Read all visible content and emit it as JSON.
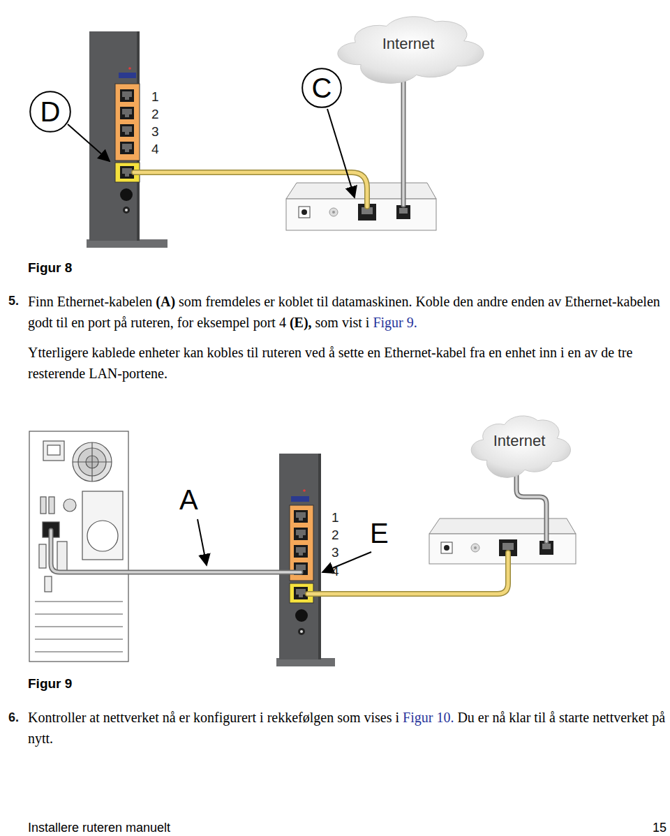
{
  "diagram": {
    "nodes": [
      {
        "text": [
          "Internet"
        ]
      },
      {
        "text": [
          "C"
        ]
      },
      {
        "text": [
          "D"
        ]
      },
      {
        "text": [
          "Internet"
        ]
      }
    ],
    "labels": [
      "Figur 8",
      "5.",
      "Finn Ethernet-kabelen",
      "(A)",
      "som fremdeles er koblet til datamaskinen. Koble den andre enden av Ethernet-kabelen godt til en port på ruteren, for eksempel port 4",
      "(E),",
      "som vist i",
      "Figur 9.",
      "Ytterligere kablede enheter kan kobles til ruteren ved å sette en Ethernet-kabel fra en enhet inn i en av de tre resterende LAN-portene.",
      "1",
      "2",
      "3",
      "4",
      "A",
      "E",
      "1",
      "2",
      "3",
      "4",
      "Figur 9",
      "6.",
      "Kontroller at nettverket nå er konfigurert i rekkefølgen som vises i",
      "Figur 10.",
      "Du er nå klar til å starte nettverket på nytt.",
      "Installere ruteren manuelt",
      "15"
    ]
  }
}
